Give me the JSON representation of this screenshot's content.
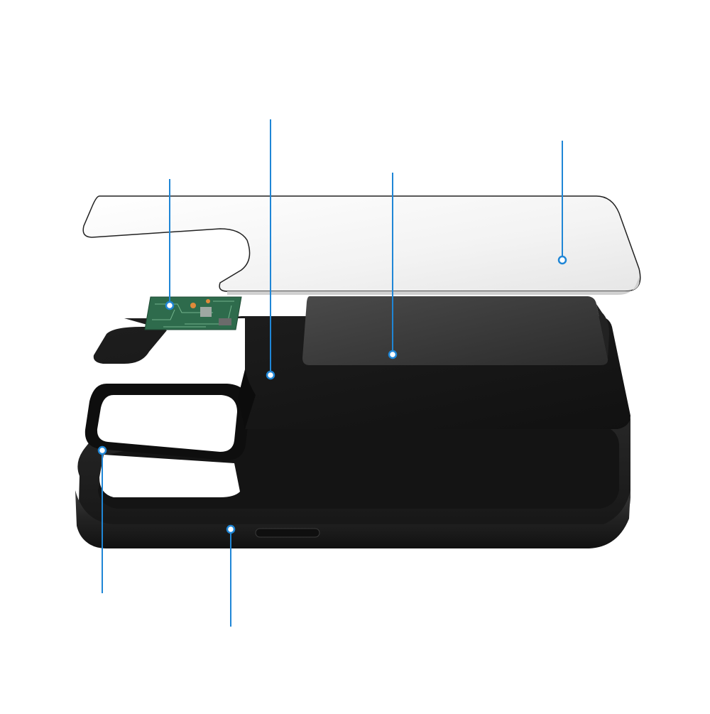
{
  "diagram": {
    "kind": "exploded-view",
    "components": [
      {
        "id": "glass-film",
        "icon": "transparent-sheet"
      },
      {
        "id": "inner-plate",
        "icon": "dark-plate"
      },
      {
        "id": "inner-shell",
        "icon": "black-shell"
      },
      {
        "id": "nfc-chip",
        "icon": "circuit-board"
      },
      {
        "id": "camera-ring",
        "icon": "camera-bezel"
      },
      {
        "id": "outer-case",
        "icon": "phone-case"
      }
    ],
    "colors": {
      "callout": "#1f86d6",
      "case": "#1b1b1b",
      "plate": "#3a3a3a",
      "pcb": "#2e6b4c",
      "glass": "#f4f4f4"
    }
  }
}
